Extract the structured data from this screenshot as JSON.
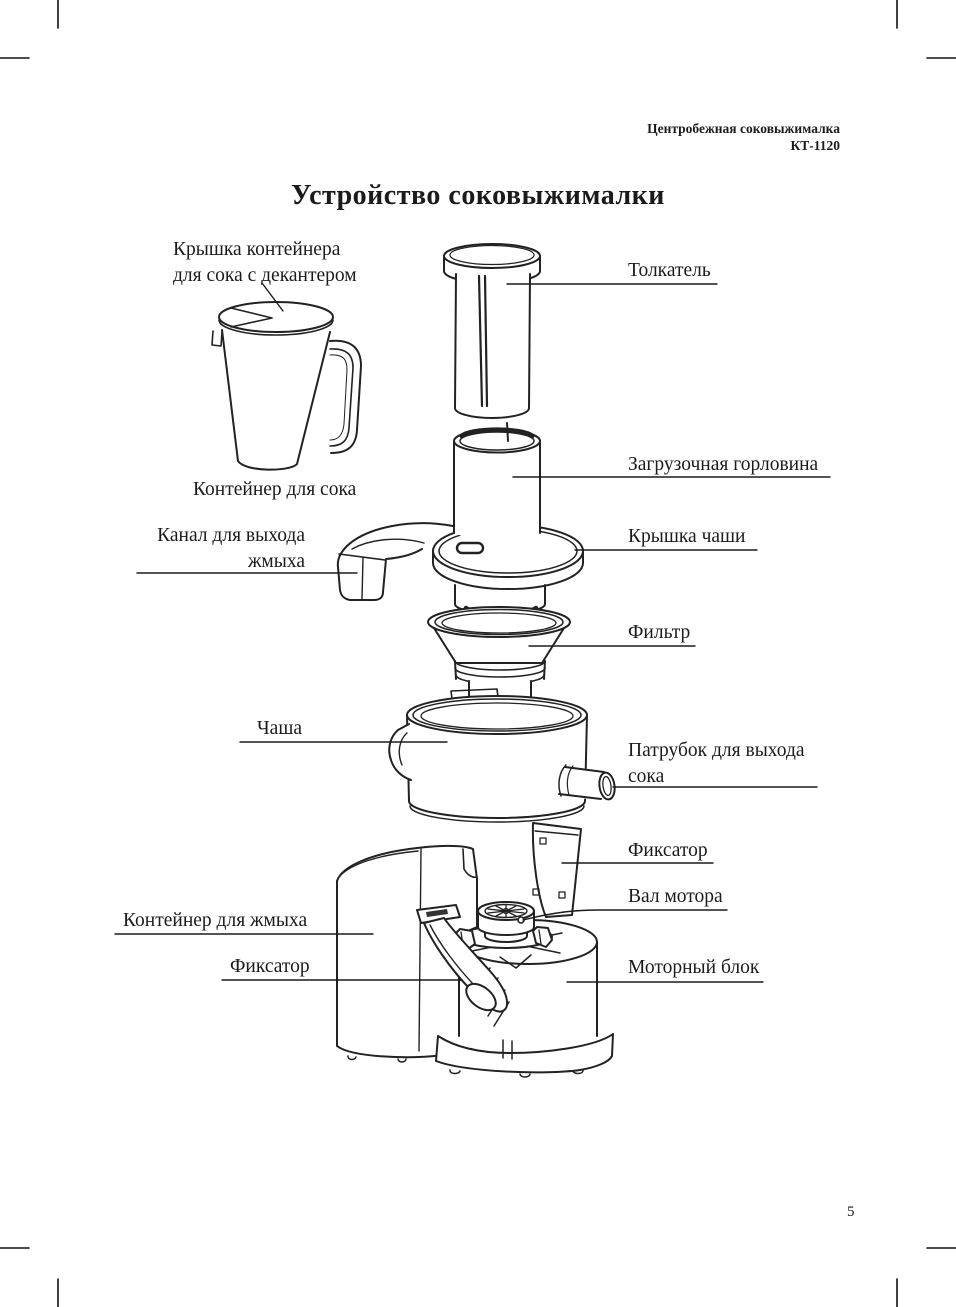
{
  "document": {
    "header": {
      "product": "Центробежная соковыжималка",
      "model": "КТ-1120"
    },
    "title": "Устройство соковыжималки",
    "page_number": "5"
  },
  "callouts": {
    "jug_lid": "Крышка контейнера\nдля сока с декантером",
    "juice_container": "Контейнер для сока",
    "pulp_channel": "Канал для выхода\nжмыха",
    "bowl": "Чаша",
    "pulp_container": "Контейнер для жмыха",
    "fixator_left": "Фиксатор",
    "pusher": "Толкатель",
    "feed_chute": "Загрузочная горловина",
    "bowl_lid": "Крышка чаши",
    "filter": "Фильтр",
    "juice_spout": "Патрубок для выхода\nсока",
    "fixator_right": "Фиксатор",
    "motor_shaft": "Вал мотора",
    "motor_block": "Моторный блок"
  }
}
